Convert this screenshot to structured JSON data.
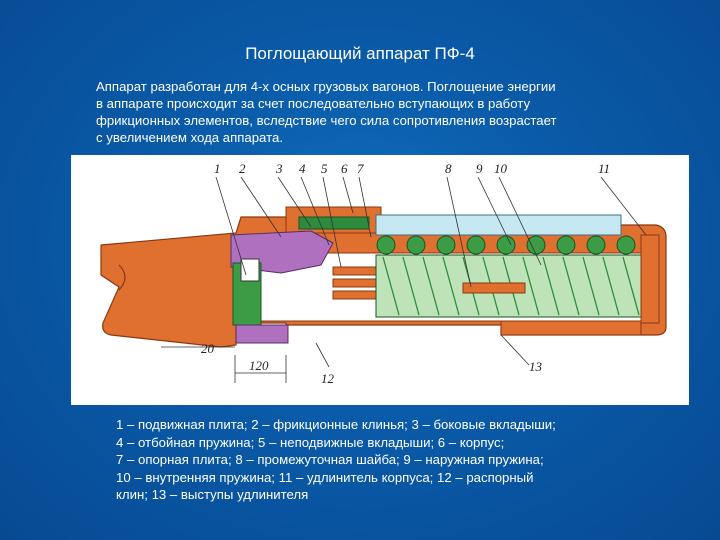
{
  "slide": {
    "title": "Поглощающий аппарат ПФ-4",
    "intro_lines": [
      "Аппарат разработан для 4-х осных грузовых вагонов. Поглощение энергии",
      "в аппарате происходит за счет последовательно вступающих в работу",
      "фрикционных элементов, вследствие чего сила сопротивления возрастает",
      "с увеличением хода аппарата."
    ]
  },
  "figure": {
    "callouts_top": [
      "1",
      "2",
      "3",
      "4",
      "5",
      "6",
      "7",
      "8",
      "9",
      "10",
      "11"
    ],
    "callouts_bottom": [
      "12",
      "13"
    ],
    "dimensions": [
      "20",
      "120"
    ],
    "colors": {
      "housing": "#e07030",
      "housing_dark": "#8a3810",
      "spring_green": "#3c9c46",
      "spring_light": "#bfe3b8",
      "liner_green": "#2e8b3e",
      "violet": "#b070c0",
      "cyan": "#c5e8f2"
    }
  },
  "legend": {
    "lines": [
      "1 – подвижная плита; 2 – фрикционные клинья; 3 – боковые вкладыши;",
      "4 – отбойная пружина; 5 – неподвижные вкладыши; 6 – корпус;",
      "7 – опорная плита; 8 – промежуточная шайба; 9 – наружная пружина;",
      "10 – внутренняя пружина; 11 – удлинитель корпуса; 12 – распорный",
      "клин; 13 – выступы удлинителя"
    ]
  }
}
